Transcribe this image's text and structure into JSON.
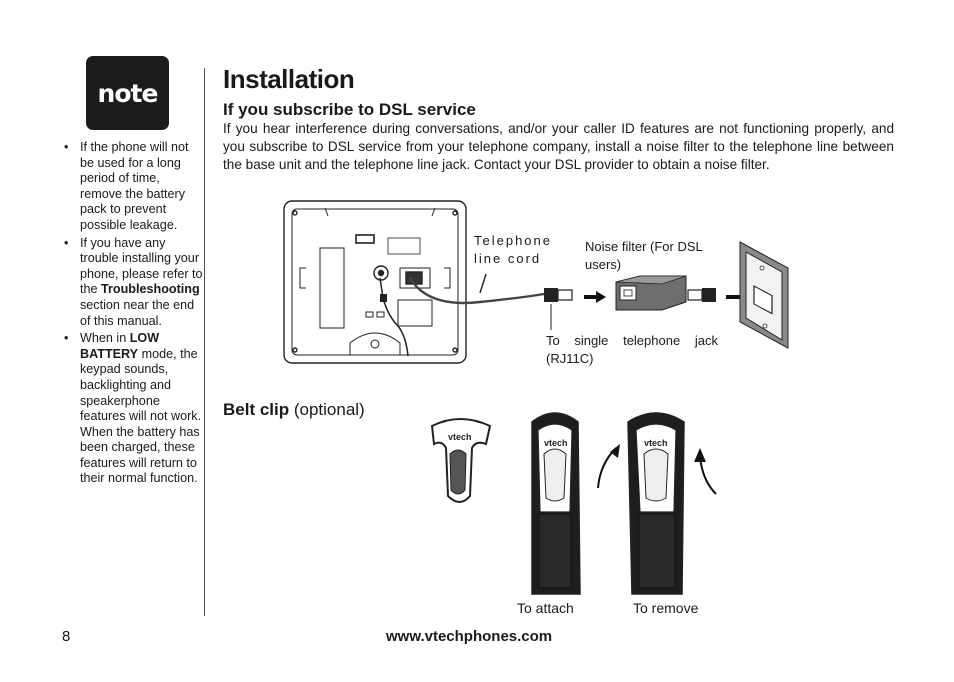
{
  "note_label": "note",
  "sidebar": {
    "bullets": [
      {
        "pre": "If the phone will not be used for a long period of time, remove the battery pack to prevent possible leakage.",
        "bold": "",
        "post": ""
      },
      {
        "pre": "If you have any trouble installing your phone, please refer to the ",
        "bold": "Troubleshooting",
        "post": " section near the end of this manual."
      },
      {
        "pre": "When in ",
        "bold": "LOW BATTERY",
        "post": " mode, the keypad sounds, backlighting and speakerphone features will not work. When the battery has been charged, these features will return to their normal function."
      }
    ]
  },
  "page_title": "Installation",
  "dsl": {
    "heading": "If you subscribe to DSL service",
    "body": "If you hear interference during conversations, and/or your caller ID features are not functioning properly, and you subscribe to DSL service from your telephone company, install a noise filter to the telephone line between the base unit and the telephone line jack. Contact your DSL provider to obtain a noise filter.",
    "label_cord": "Telephone line cord",
    "label_filter": "Noise filter (For DSL users)",
    "label_jack": "To single telephone jack (RJ11C)"
  },
  "belt": {
    "heading_bold": "Belt clip",
    "heading_rest": " (optional)",
    "brand": "vtech",
    "label_attach": "To attach",
    "label_remove": "To remove"
  },
  "footer": {
    "page_number": "8",
    "url": "www.vtechphones.com"
  }
}
